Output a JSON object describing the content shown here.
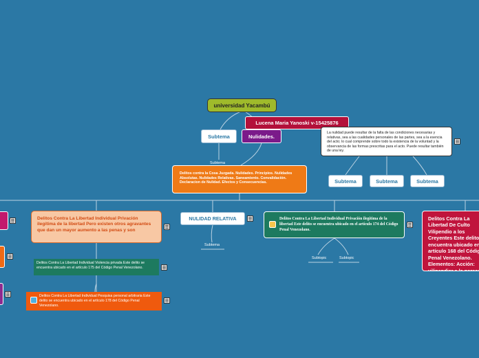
{
  "nodes": {
    "university": "universidad Yacambú",
    "student": "Lucena Maria Yanoski v-15425876",
    "subtema_top": "Subtema",
    "nulidades": "Nulidades.",
    "subtema_small": "Subtema",
    "central": "Delitos contra la Cosa Juzgada. Nulidades. Principios. Nulidades Absolutas. Nulidades Relativas. Saneamiento. Convalidación. Declaracion de Nulidad. Efectos y Consecuencias.",
    "nulidad_note": "La nulidad puede resultar de la falta de las condiciones necesarias y relativas, sea a las cualidades personales de las partes, sea a la esencia del acto; lo cual comprende sobre todo la existencia de la voluntad y la observancia de las formas prescritas para el acto. Puede resultar también de una ley.",
    "subtema_a": "Subtema",
    "subtema_b": "Subtema",
    "subtema_c": "Subtema",
    "privacion_ilegitima": "Delitos Contra La Libertad Individual Privación ilegítima de la libertad Pero existen otros agravantes que dan un mayor aumento a las penas y son",
    "violencia_privada": "Delitos Contra La Libertad Individual Violencia privada Este delito se encuentra ubicado en el artículo 175 del Código Penal Venezolano.",
    "pesquisa": "Delitos Contra La Libertad Individual Pesquisa personal arbitraria Este delito se encuentra ubicado en el artículo 178 del Código Penal Venezolano.",
    "nulidad_relativa": "NULIDAD RELATIVA",
    "subtema_nr": "Subtema",
    "privacion_174": "Delitos Contra La Libertad Individual Privación ilegítima de la libertad Este delito se encuentra ubicado en el artículo 174 del Código Penal Venezolano.",
    "subtopic_1": "Subtopic",
    "subtopic_2": "Subtopic",
    "culto": "Delitos Contra La Libertad De Culto Vilipendio a los Creyentes Este delito se encuentra ubicado en el artículo 168 del Código Penal Venezolano. Elementos: Acción: vilipendiar a la persona que profesa algún culto."
  }
}
